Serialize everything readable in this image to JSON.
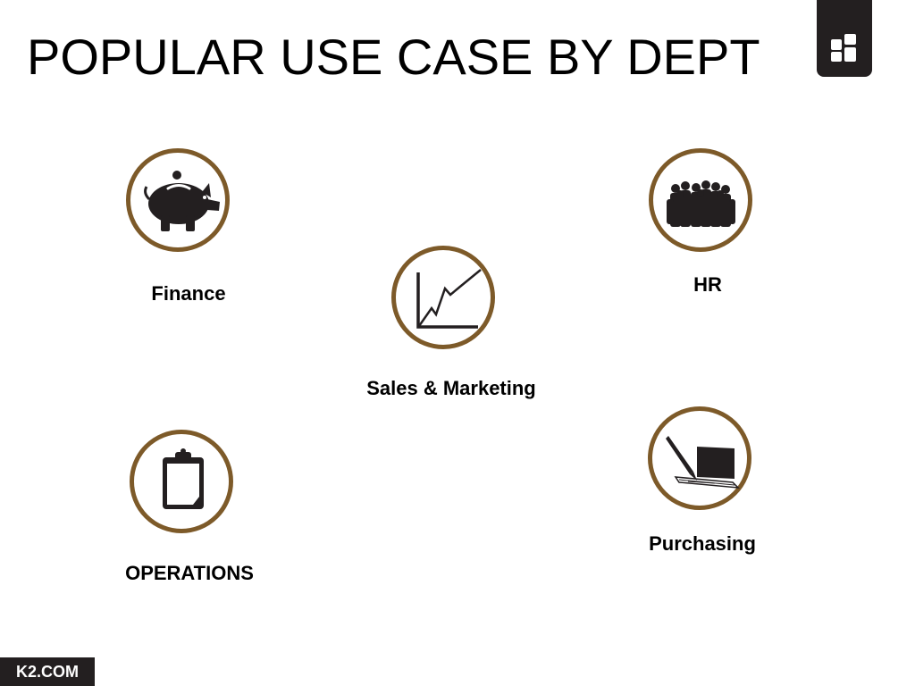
{
  "title": "POPULAR USE CASE BY DEPT",
  "brand_logo_icon": "k2-logo-icon",
  "departments": [
    {
      "label": "Finance",
      "icon": "piggy-bank-icon"
    },
    {
      "label": "HR",
      "icon": "people-group-icon"
    },
    {
      "label": "Sales & Marketing",
      "icon": "line-chart-icon"
    },
    {
      "label": "OPERATIONS",
      "icon": "clipboard-icon"
    },
    {
      "label": "Purchasing",
      "icon": "checkbook-pen-icon"
    }
  ],
  "footer": {
    "badge": "K2.COM"
  },
  "colors": {
    "ring": "#7d5a29",
    "icon": "#231f20",
    "badge_bg": "#231f20",
    "text": "#000000"
  }
}
